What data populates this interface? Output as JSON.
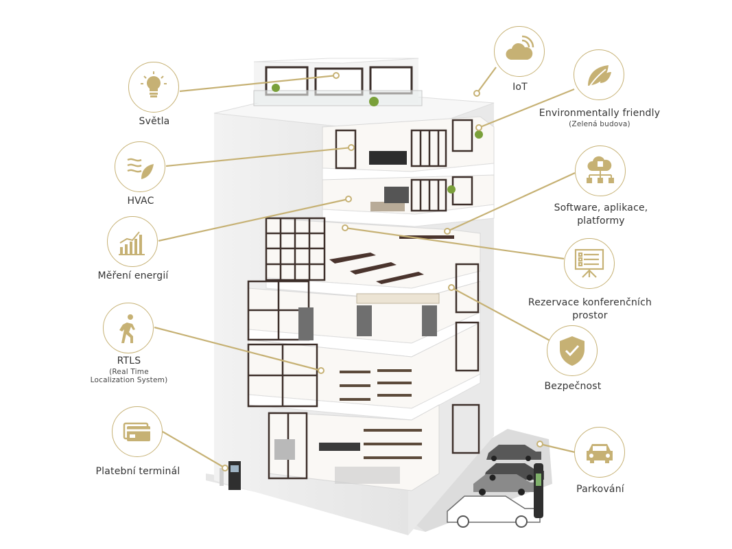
{
  "accent": "#c6b174",
  "features": [
    {
      "id": "lights",
      "label": "Světla",
      "icon": "light-bulb-icon"
    },
    {
      "id": "hvac",
      "label": "HVAC",
      "icon": "air-leaf-icon"
    },
    {
      "id": "energy",
      "label": "Měření energií",
      "icon": "bar-chart-icon"
    },
    {
      "id": "rtls",
      "label": "RTLS",
      "sub1": "(Real Time",
      "sub2": "Localization System)",
      "icon": "walking-person-icon"
    },
    {
      "id": "payment",
      "label": "Platební terminál",
      "icon": "payment-card-icon"
    },
    {
      "id": "iot",
      "label": "IoT",
      "icon": "wireless-cloud-icon"
    },
    {
      "id": "green",
      "label": "Environmentally friendly",
      "sub1": "(Zelená budova)",
      "icon": "leaves-icon"
    },
    {
      "id": "software",
      "label1": "Software, aplikace,",
      "label2": "platformy",
      "icon": "cloud-network-icon"
    },
    {
      "id": "conference",
      "label1": "Rezervace konferenčních",
      "label2": "prostor",
      "icon": "presentation-board-icon"
    },
    {
      "id": "security",
      "label": "Bezpečnost",
      "icon": "shield-check-icon"
    },
    {
      "id": "parking",
      "label": "Parkování",
      "icon": "car-icon"
    }
  ]
}
